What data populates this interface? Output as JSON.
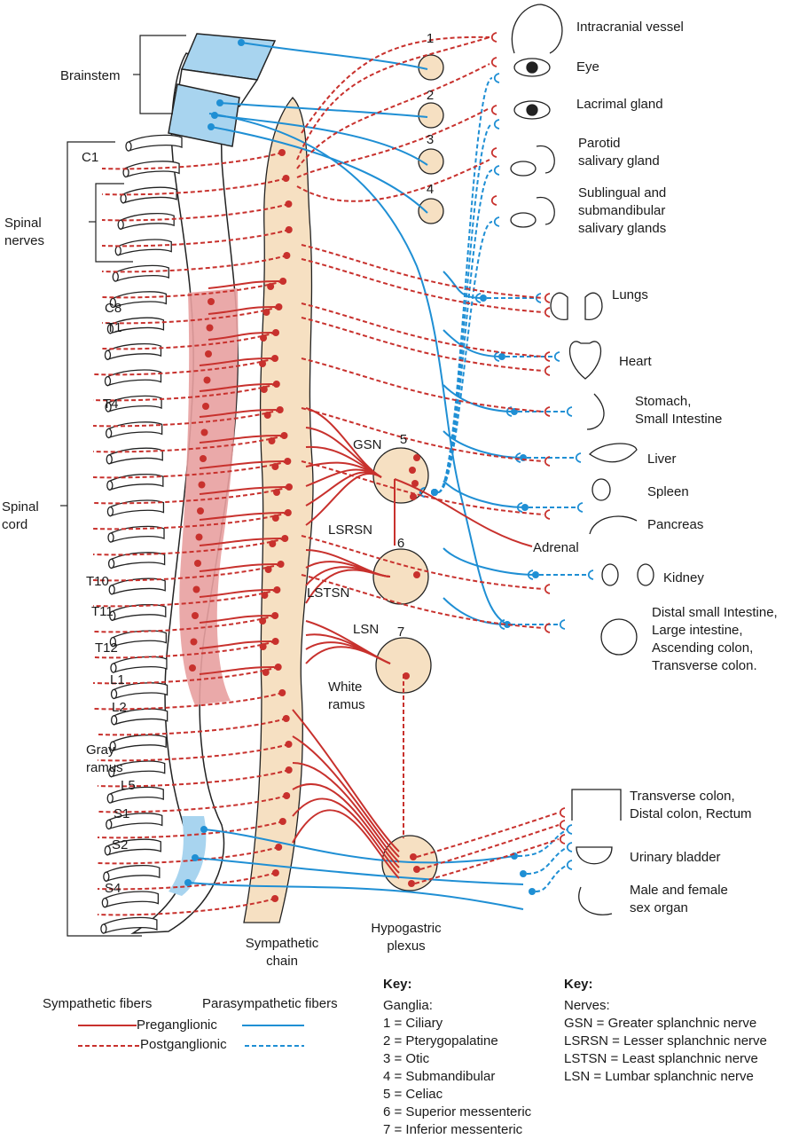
{
  "colors": {
    "sympathetic": "#c8312d",
    "parasympathetic": "#1f8fd4",
    "ganglion_fill": "#f6e0c2",
    "cord_red": "#e8a0a0",
    "brainstem_blue": "#a8d4ef"
  },
  "labels": {
    "brainstem": "Brainstem",
    "spinal_nerves": "Spinal\nnerves",
    "spinal_cord": "Spinal\ncord",
    "gray_ramus": "Gray\nramus",
    "white_ramus": "White\nramus",
    "sympathetic_chain": "Sympathetic\nchain",
    "hypogastric_plexus": "Hypogastric\nplexus",
    "gsn": "GSN",
    "lsrsn": "LSRSN",
    "lstsn": "LSTSN",
    "lsn": "LSN",
    "adrenal": "Adrenal"
  },
  "segments": [
    "C1",
    "C8",
    "T1",
    "T4",
    "T10",
    "T11",
    "T12",
    "L1",
    "L2",
    "L5",
    "S1",
    "S2",
    "S4"
  ],
  "ganglia_numbers": [
    "1",
    "2",
    "3",
    "4",
    "5",
    "6",
    "7"
  ],
  "organs": [
    {
      "name": "Intracranial vessel",
      "icon": "head-icon"
    },
    {
      "name": "Eye",
      "icon": "eye-icon"
    },
    {
      "name": "Lacrimal gland",
      "icon": "lacrimal-eye-icon"
    },
    {
      "name": "Parotid\nsalivary gland",
      "icon": "parotid-ear-icon"
    },
    {
      "name": "Sublingual and\nsubmandibular\nsalivary glands",
      "icon": "salivary-glands-icon"
    },
    {
      "name": "Lungs",
      "icon": "lungs-icon"
    },
    {
      "name": "Heart",
      "icon": "heart-icon"
    },
    {
      "name": "Stomach,\nSmall Intestine",
      "icon": "stomach-icon"
    },
    {
      "name": "Liver",
      "icon": "liver-icon"
    },
    {
      "name": "Spleen",
      "icon": "spleen-icon"
    },
    {
      "name": "Pancreas",
      "icon": "pancreas-icon"
    },
    {
      "name": "Kidney",
      "icon": "kidney-icon"
    },
    {
      "name": "Distal small Intestine,\nLarge intestine,\nAscending colon,\nTransverse colon.",
      "icon": "intestine-icon"
    },
    {
      "name": "Transverse colon,\nDistal colon, Rectum",
      "icon": "colon-icon"
    },
    {
      "name": "Urinary bladder",
      "icon": "bladder-icon"
    },
    {
      "name": "Male and female\nsex organ",
      "icon": "sex-organ-icon"
    }
  ],
  "legend": {
    "sympathetic": "Sympathetic fibers",
    "parasympathetic": "Parasympathetic fibers",
    "preganglionic": "Preganglionic",
    "postganglionic": "Postganglionic"
  },
  "key_ganglia": {
    "title": "Key:",
    "subtitle": "Ganglia:",
    "items": [
      "1 = Ciliary",
      "2 = Pterygopalatine",
      "3 = Otic",
      "4 = Submandibular",
      "5 = Celiac",
      "6 = Superior messenteric",
      "7 = Inferior messenteric"
    ]
  },
  "key_nerves": {
    "title": "Key:",
    "subtitle": "Nerves:",
    "items": [
      "GSN = Greater splanchnic nerve",
      "LSRSN = Lesser splanchnic nerve",
      "LSTSN = Least splanchnic nerve",
      "LSN = Lumbar splanchnic nerve"
    ]
  }
}
